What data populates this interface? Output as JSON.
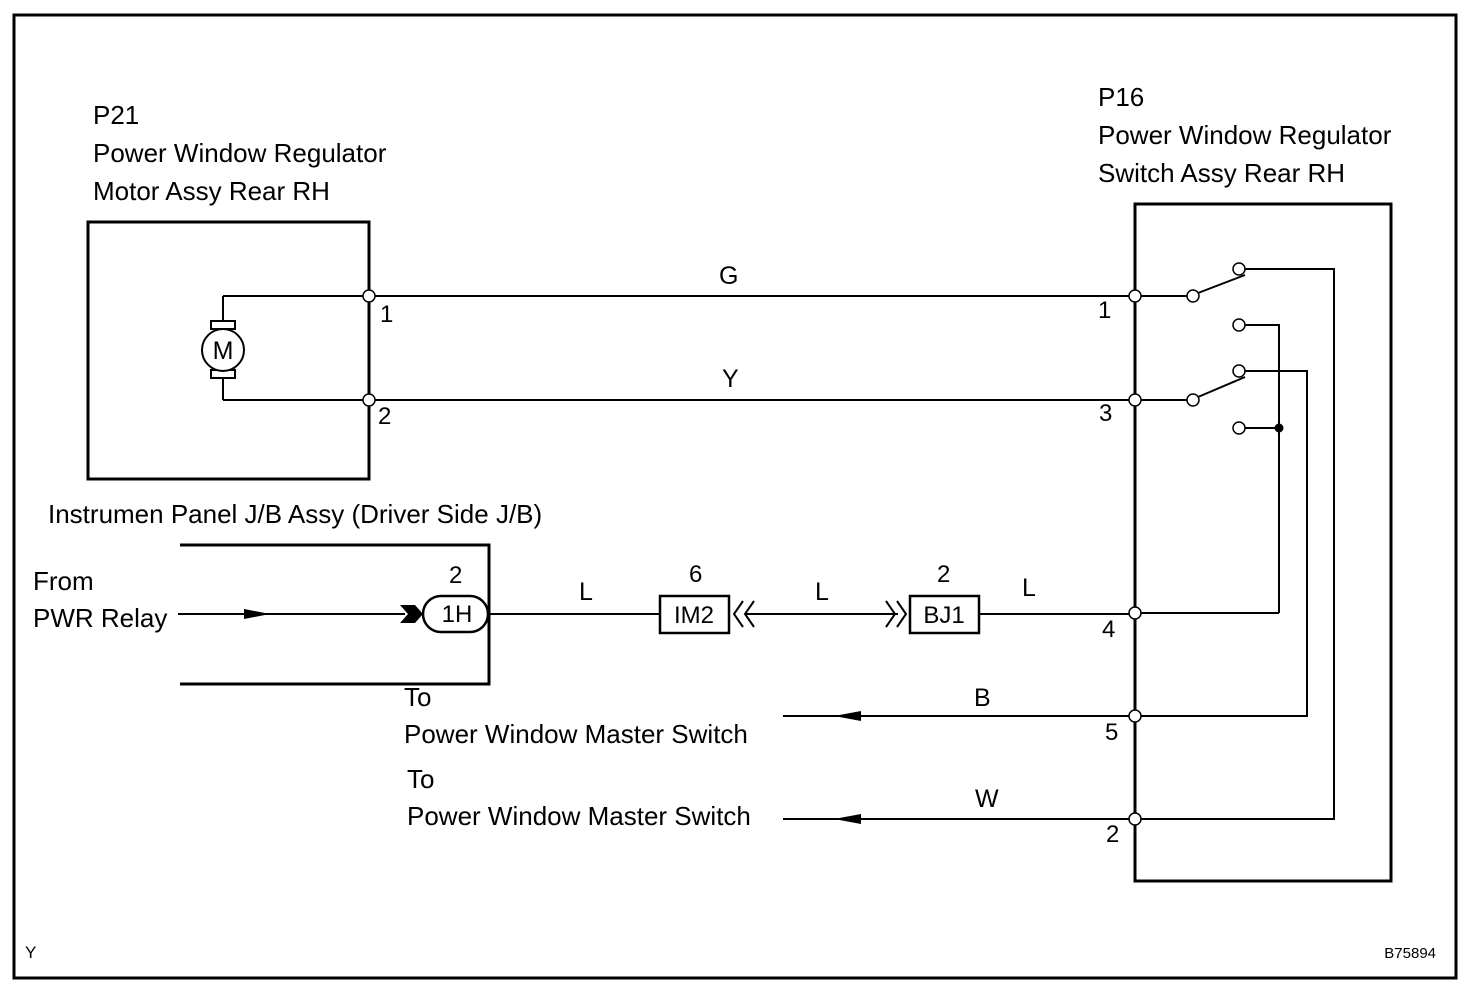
{
  "motor": {
    "code": "P21",
    "name_line1": "Power Window Regulator",
    "name_line2": "Motor Assy Rear RH",
    "symbol": "M",
    "pin_a": "1",
    "pin_b": "2"
  },
  "switch": {
    "code": "P16",
    "name_line1": "Power Window Regulator",
    "name_line2": "Switch Assy Rear RH",
    "pin_1": "1",
    "pin_3": "3",
    "pin_4": "4",
    "pin_5": "5",
    "pin_2": "2"
  },
  "junction_block": {
    "title": "Instrumen Panel J/B Assy (Driver Side J/B)",
    "connector": "1H",
    "connector_pin": "2"
  },
  "source": {
    "line1": "From",
    "line2": "PWR Relay"
  },
  "connectors": {
    "im2_label": "IM2",
    "im2_pin": "6",
    "bj1_label": "BJ1",
    "bj1_pin": "2"
  },
  "wires": {
    "g": "G",
    "y": "Y",
    "l_a": "L",
    "l_b": "L",
    "l_c": "L",
    "b": "B",
    "w": "W"
  },
  "destinations": {
    "upper_line1": "To",
    "upper_line2": "Power Window Master Switch",
    "lower_line1": "To",
    "lower_line2": "Power Window Master Switch"
  },
  "corner_left": "Y",
  "figure_id": "B75894"
}
